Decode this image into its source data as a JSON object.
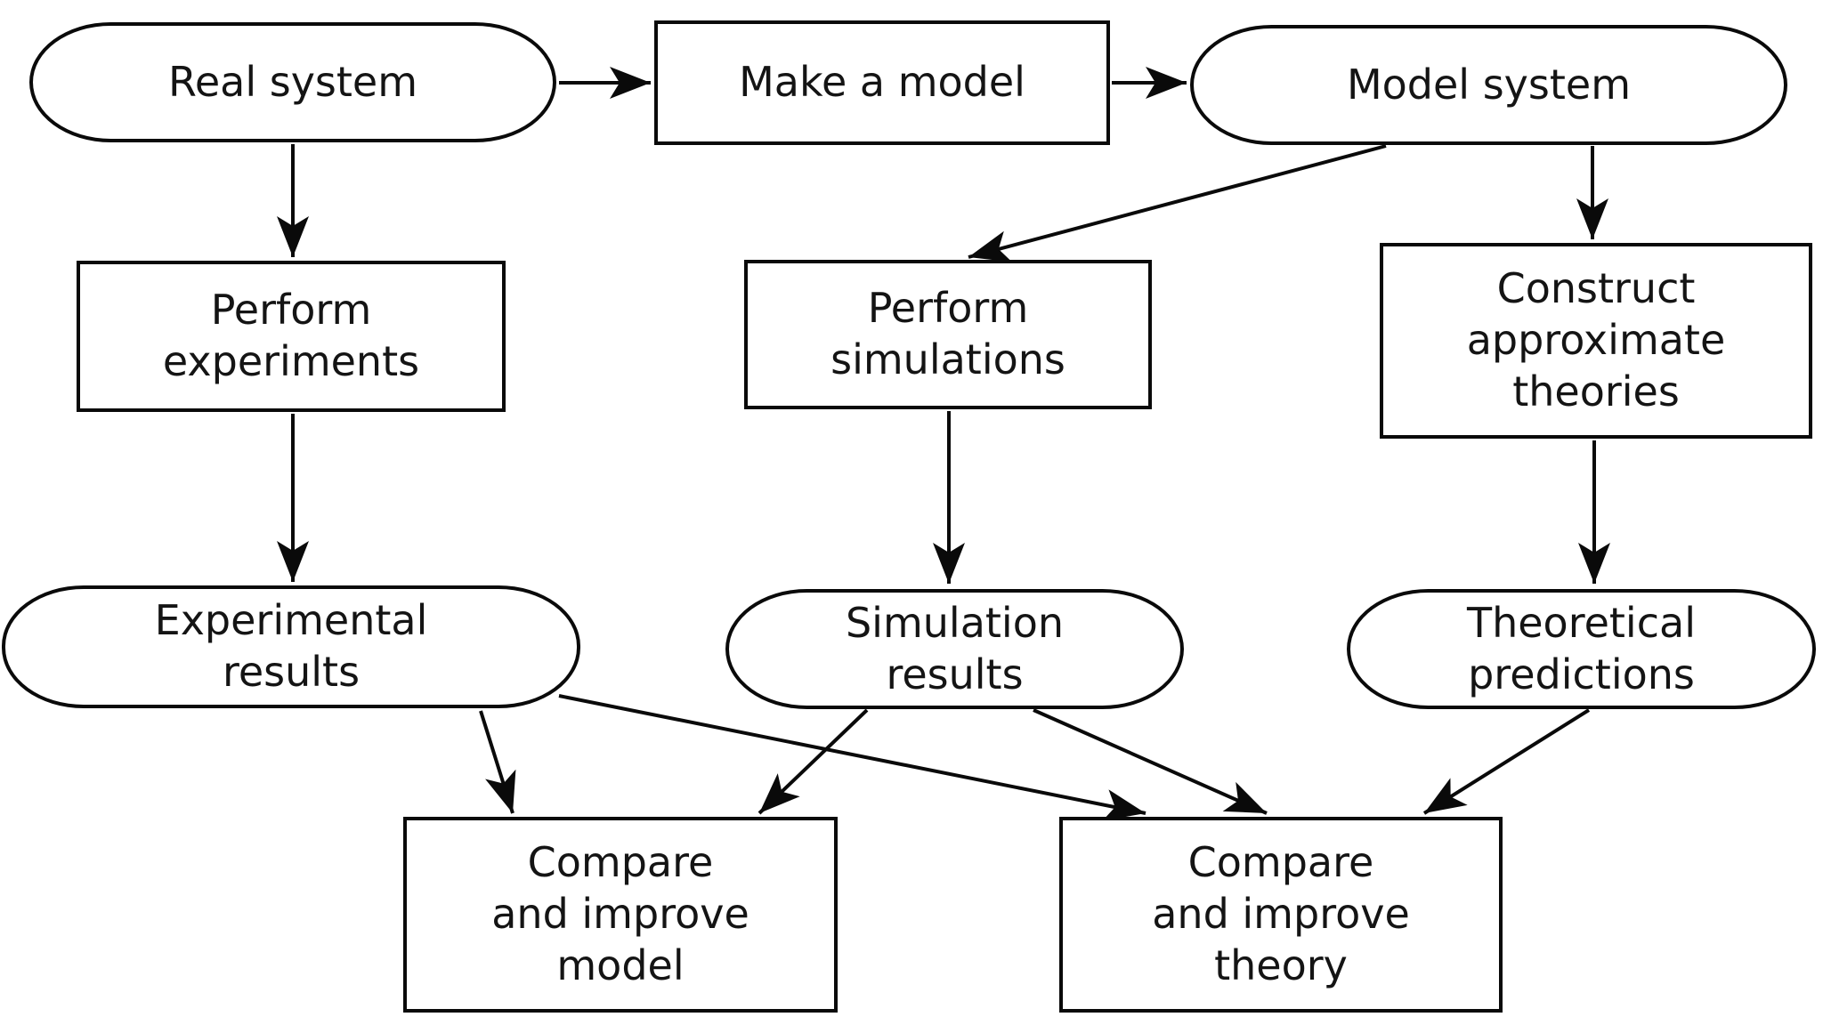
{
  "diagram": {
    "colors": {
      "ink": "#000000",
      "background": "#ffffff"
    },
    "nodes": [
      {
        "id": "real-system",
        "label": "Real system",
        "shape": "stadium"
      },
      {
        "id": "make-a-model",
        "label": "Make a model",
        "shape": "rect"
      },
      {
        "id": "model-system",
        "label": "Model system",
        "shape": "stadium"
      },
      {
        "id": "perform-experiments",
        "label": "Perform\nexperiments",
        "shape": "rect"
      },
      {
        "id": "perform-simulations",
        "label": "Perform\nsimulations",
        "shape": "rect"
      },
      {
        "id": "construct-approximate-theories",
        "label": "Construct\napproximate\ntheories",
        "shape": "rect"
      },
      {
        "id": "experimental-results",
        "label": "Experimental\nresults",
        "shape": "stadium"
      },
      {
        "id": "simulation-results",
        "label": "Simulation\nresults",
        "shape": "stadium"
      },
      {
        "id": "theoretical-predictions",
        "label": "Theoretical\npredictions",
        "shape": "stadium"
      },
      {
        "id": "compare-and-improve-model",
        "label": "Compare\nand improve\nmodel",
        "shape": "rect"
      },
      {
        "id": "compare-and-improve-theory",
        "label": "Compare\nand improve\ntheory",
        "shape": "rect"
      }
    ],
    "edges": [
      {
        "from": "real-system",
        "to": "make-a-model"
      },
      {
        "from": "make-a-model",
        "to": "model-system"
      },
      {
        "from": "real-system",
        "to": "perform-experiments"
      },
      {
        "from": "model-system",
        "to": "perform-simulations"
      },
      {
        "from": "model-system",
        "to": "construct-approximate-theories"
      },
      {
        "from": "perform-experiments",
        "to": "experimental-results"
      },
      {
        "from": "perform-simulations",
        "to": "simulation-results"
      },
      {
        "from": "construct-approximate-theories",
        "to": "theoretical-predictions"
      },
      {
        "from": "experimental-results",
        "to": "compare-and-improve-model"
      },
      {
        "from": "experimental-results",
        "to": "compare-and-improve-theory"
      },
      {
        "from": "simulation-results",
        "to": "compare-and-improve-model"
      },
      {
        "from": "simulation-results",
        "to": "compare-and-improve-theory"
      },
      {
        "from": "theoretical-predictions",
        "to": "compare-and-improve-theory"
      }
    ]
  }
}
